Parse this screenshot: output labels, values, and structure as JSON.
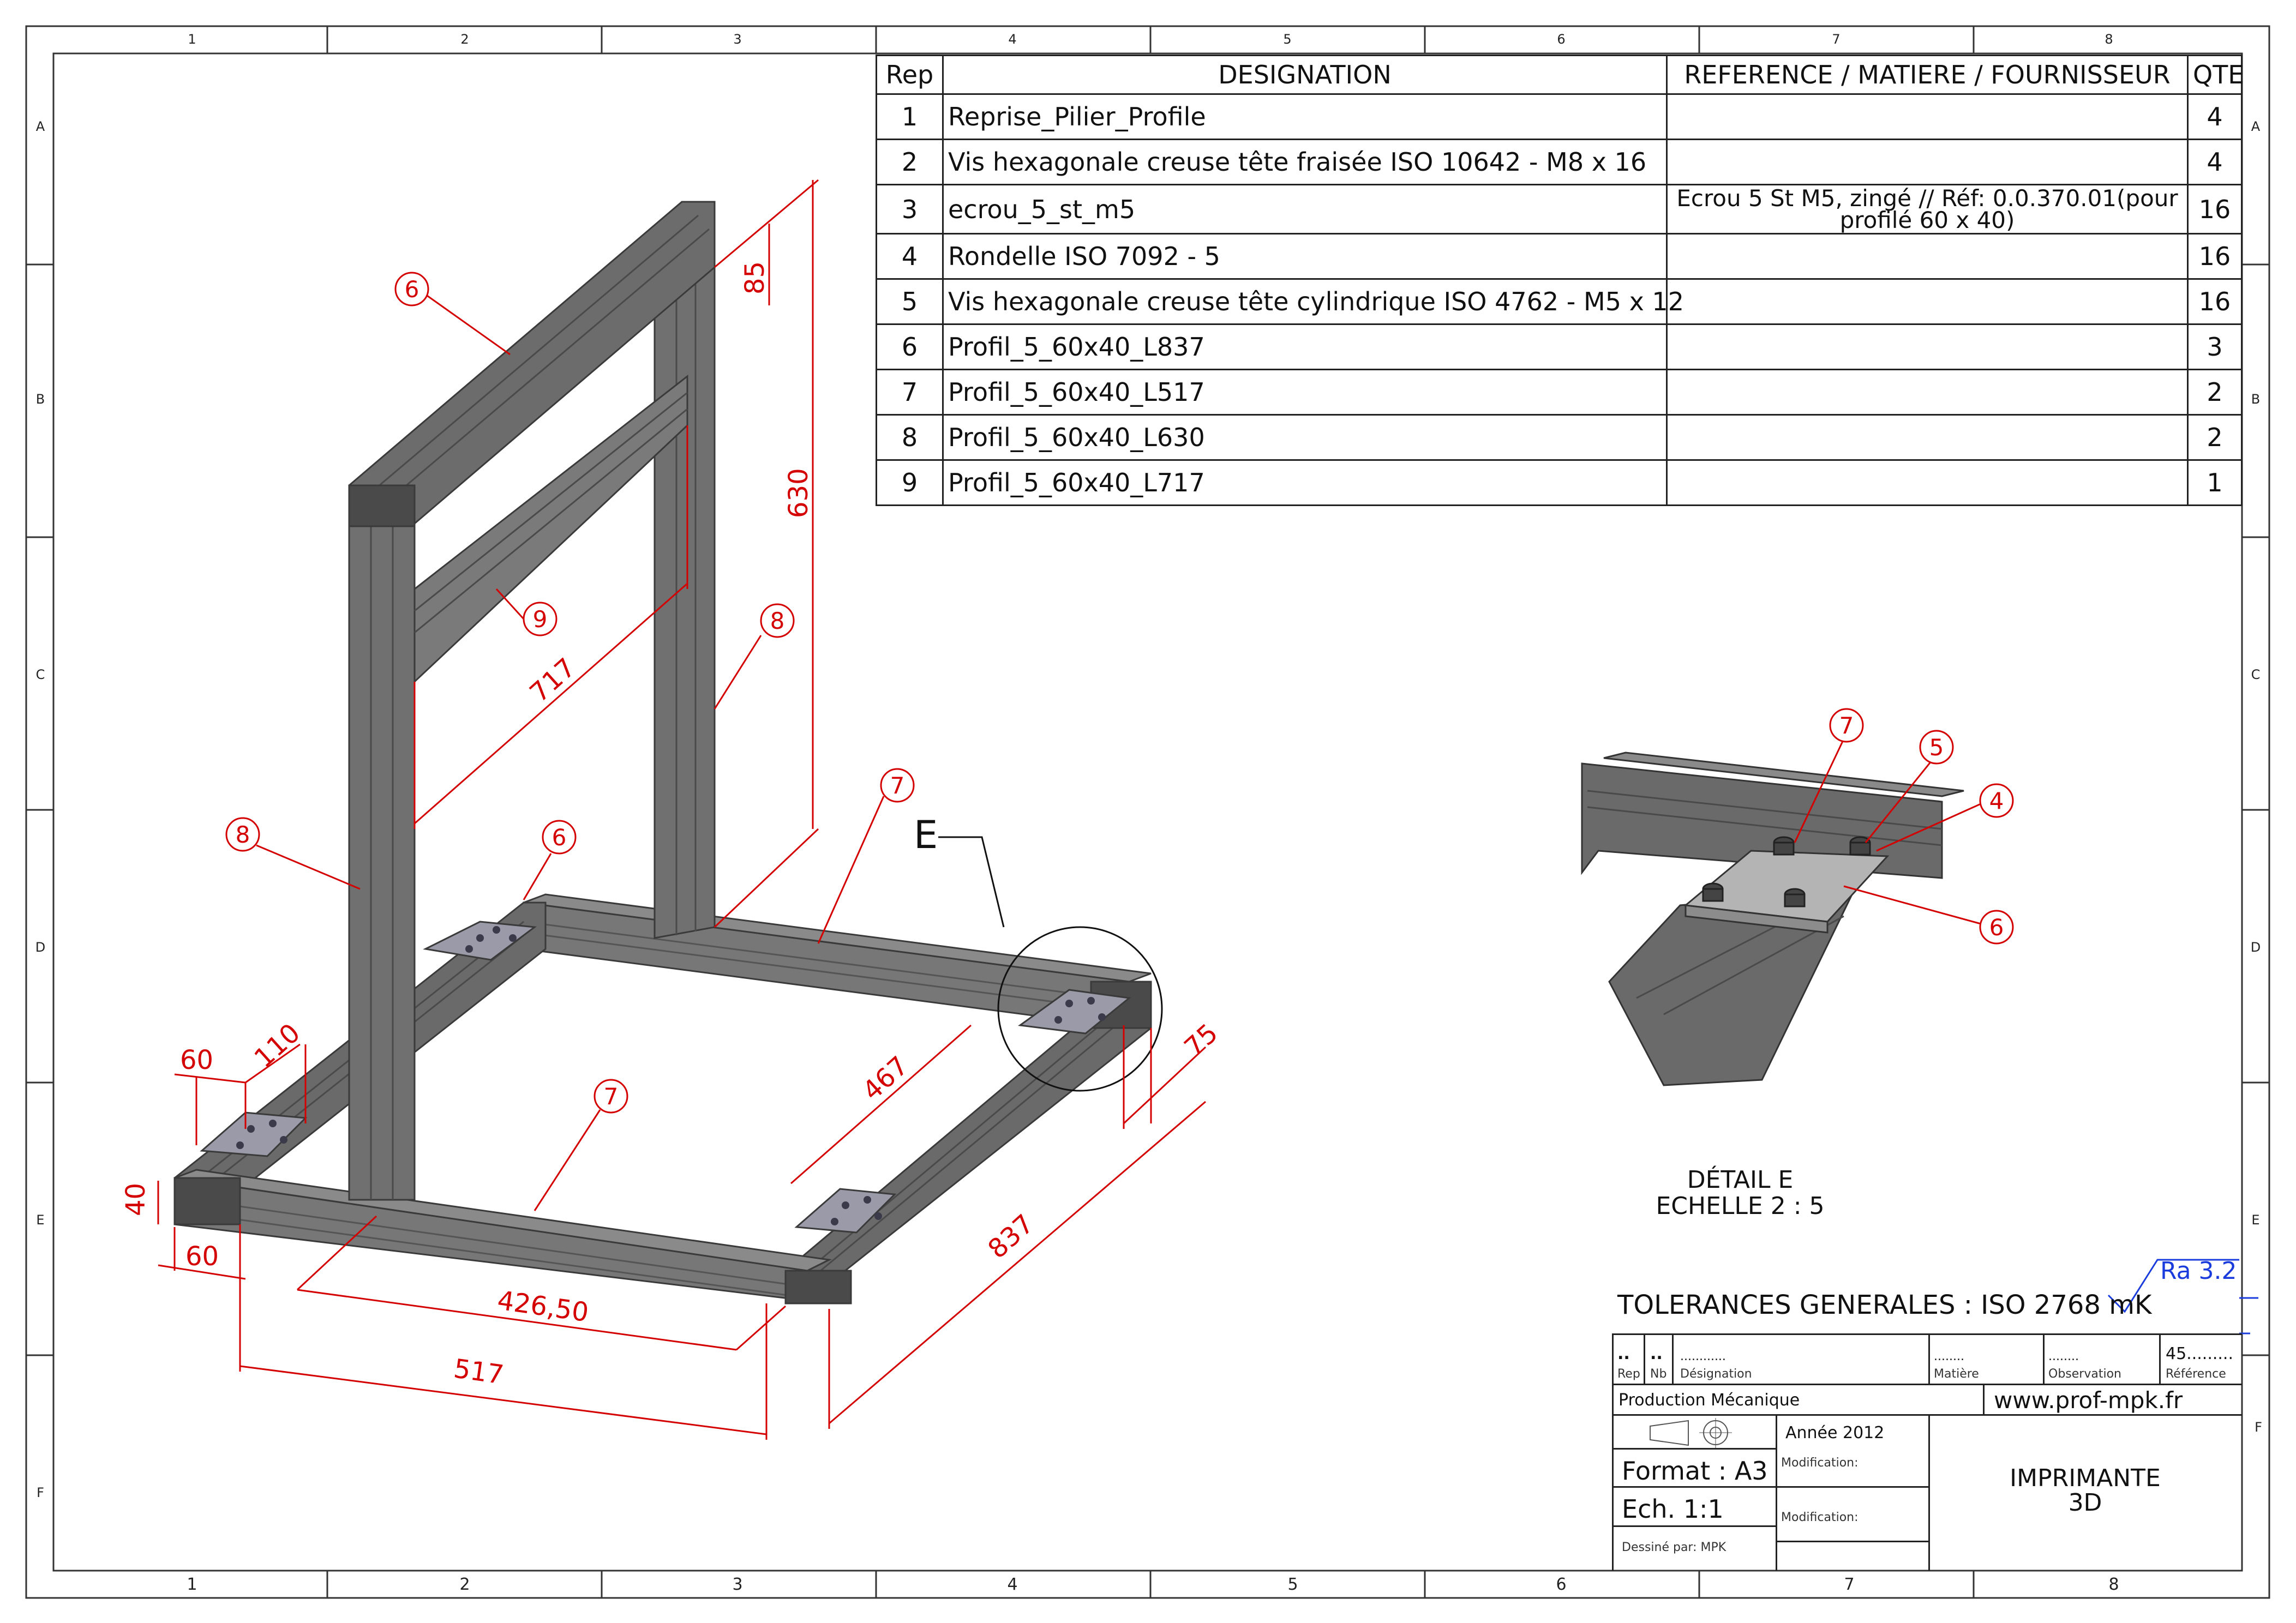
{
  "frame": {
    "columns": [
      "1",
      "2",
      "3",
      "4",
      "5",
      "6",
      "7",
      "8"
    ],
    "rows": [
      "A",
      "B",
      "C",
      "D",
      "E",
      "F"
    ]
  },
  "bom": {
    "headers": {
      "rep": "Rep",
      "designation": "DESIGNATION",
      "reference": "REFERENCE / MATIERE / FOURNISSEUR",
      "qte": "QTE"
    },
    "rows": [
      {
        "rep": "1",
        "designation": "Reprise_Pilier_Profile",
        "reference": "",
        "qte": "4"
      },
      {
        "rep": "2",
        "designation": "Vis hexagonale creuse tête fraisée ISO 10642 - M8 x 16",
        "reference": "",
        "qte": "4"
      },
      {
        "rep": "3",
        "designation": "ecrou_5_st_m5",
        "reference": "Ecrou 5 St M5, zingé // Réf: 0.0.370.01(pour profilé 60 x 40)",
        "qte": "16"
      },
      {
        "rep": "4",
        "designation": "Rondelle ISO 7092 - 5",
        "reference": "",
        "qte": "16"
      },
      {
        "rep": "5",
        "designation": "Vis hexagonale creuse tête cylindrique ISO 4762 - M5 x 12",
        "reference": "",
        "qte": "16"
      },
      {
        "rep": "6",
        "designation": "Profil_5_60x40_L837",
        "reference": "",
        "qte": "3"
      },
      {
        "rep": "7",
        "designation": "Profil_5_60x40_L517",
        "reference": "",
        "qte": "2"
      },
      {
        "rep": "8",
        "designation": "Profil_5_60x40_L630",
        "reference": "",
        "qte": "2"
      },
      {
        "rep": "9",
        "designation": "Profil_5_60x40_L717",
        "reference": "",
        "qte": "1"
      }
    ]
  },
  "dimensions": {
    "d85": "85",
    "d630": "630",
    "d717": "717",
    "d467": "467",
    "d75": "75",
    "d837": "837",
    "d426": "426,50",
    "d517": "517",
    "d60a": "60",
    "d110": "110",
    "d40": "40",
    "d60b": "60"
  },
  "balloons": {
    "b6a": "6",
    "b9": "9",
    "b8a": "8",
    "b8b": "8",
    "b6b": "6",
    "b7a": "7",
    "b7b": "7",
    "d7": "7",
    "d5": "5",
    "d4": "4",
    "d6": "6"
  },
  "detail": {
    "marker": "E",
    "label_line1": "DÉTAIL E",
    "label_line2": "ECHELLE 2 : 5"
  },
  "tolerances": "TOLERANCES GENERALES : ISO 2768 mK",
  "roughness": "Ra 3.2",
  "title_block": {
    "rep_val": "..",
    "nb_val": "..",
    "designation_val": "............",
    "matiere_val": "........",
    "observation_val": "........",
    "reference_val": "45.........",
    "rep_label": "Rep",
    "nb_label": "Nb",
    "designation_label": "Désignation",
    "matiere_label": "Matière",
    "observation_label": "Observation",
    "reference_label": "Référence",
    "production": "Production Mécanique",
    "website": "www.prof-mpk.fr",
    "annee": "Année 2012",
    "modification1": "Modification:",
    "modification2": "Modification:",
    "format": "Format : A3",
    "echelle": "Ech. 1:1",
    "dessine": "Dessiné par: MPK",
    "title_line1": "IMPRIMANTE",
    "title_line2": "3D"
  },
  "colors": {
    "dimension": "#d40000",
    "profile": "#6f6f6f",
    "profile_dark": "#4a4a4a",
    "profile_light": "#8a8a8a",
    "plate": "#9a9aa8",
    "detail_plate": "#b4b4b4"
  }
}
